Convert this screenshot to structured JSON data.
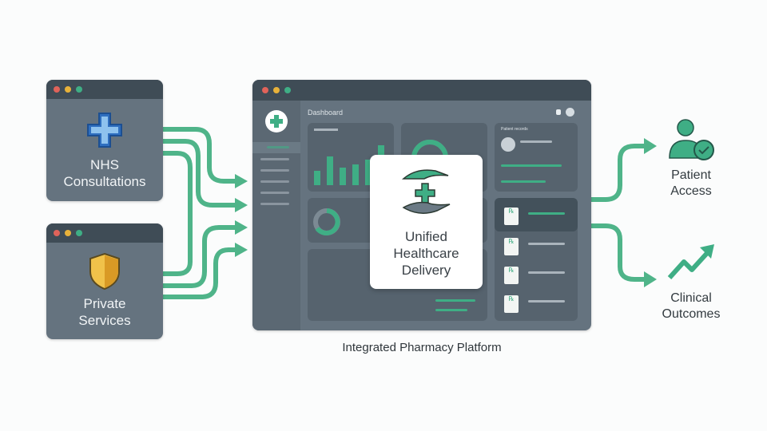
{
  "sources": [
    {
      "label_line1": "NHS",
      "label_line2": "Consultations",
      "icon": "blue-medical-cross-icon"
    },
    {
      "label_line1": "Private",
      "label_line2": "Services",
      "icon": "gold-shield-icon"
    }
  ],
  "platform": {
    "caption": "Integrated Pharmacy Platform",
    "dashboard_title": "Dashboard",
    "patient_records_title": "Patient records",
    "center_card": {
      "line1": "Unified",
      "line2": "Healthcare",
      "line3": "Delivery",
      "icon": "hands-with-cross-icon"
    }
  },
  "outcomes": [
    {
      "line1": "Patient",
      "line2": "Access",
      "icon": "user-check-icon"
    },
    {
      "line1": "Clinical",
      "line2": "Outcomes",
      "icon": "trend-up-arrow-icon"
    }
  ],
  "colors": {
    "accent": "#3fae85",
    "window": "#65737f",
    "titlebar": "#3f4c56",
    "nhs_blue": "#2f6fc0",
    "shield": "#e8b23a"
  }
}
